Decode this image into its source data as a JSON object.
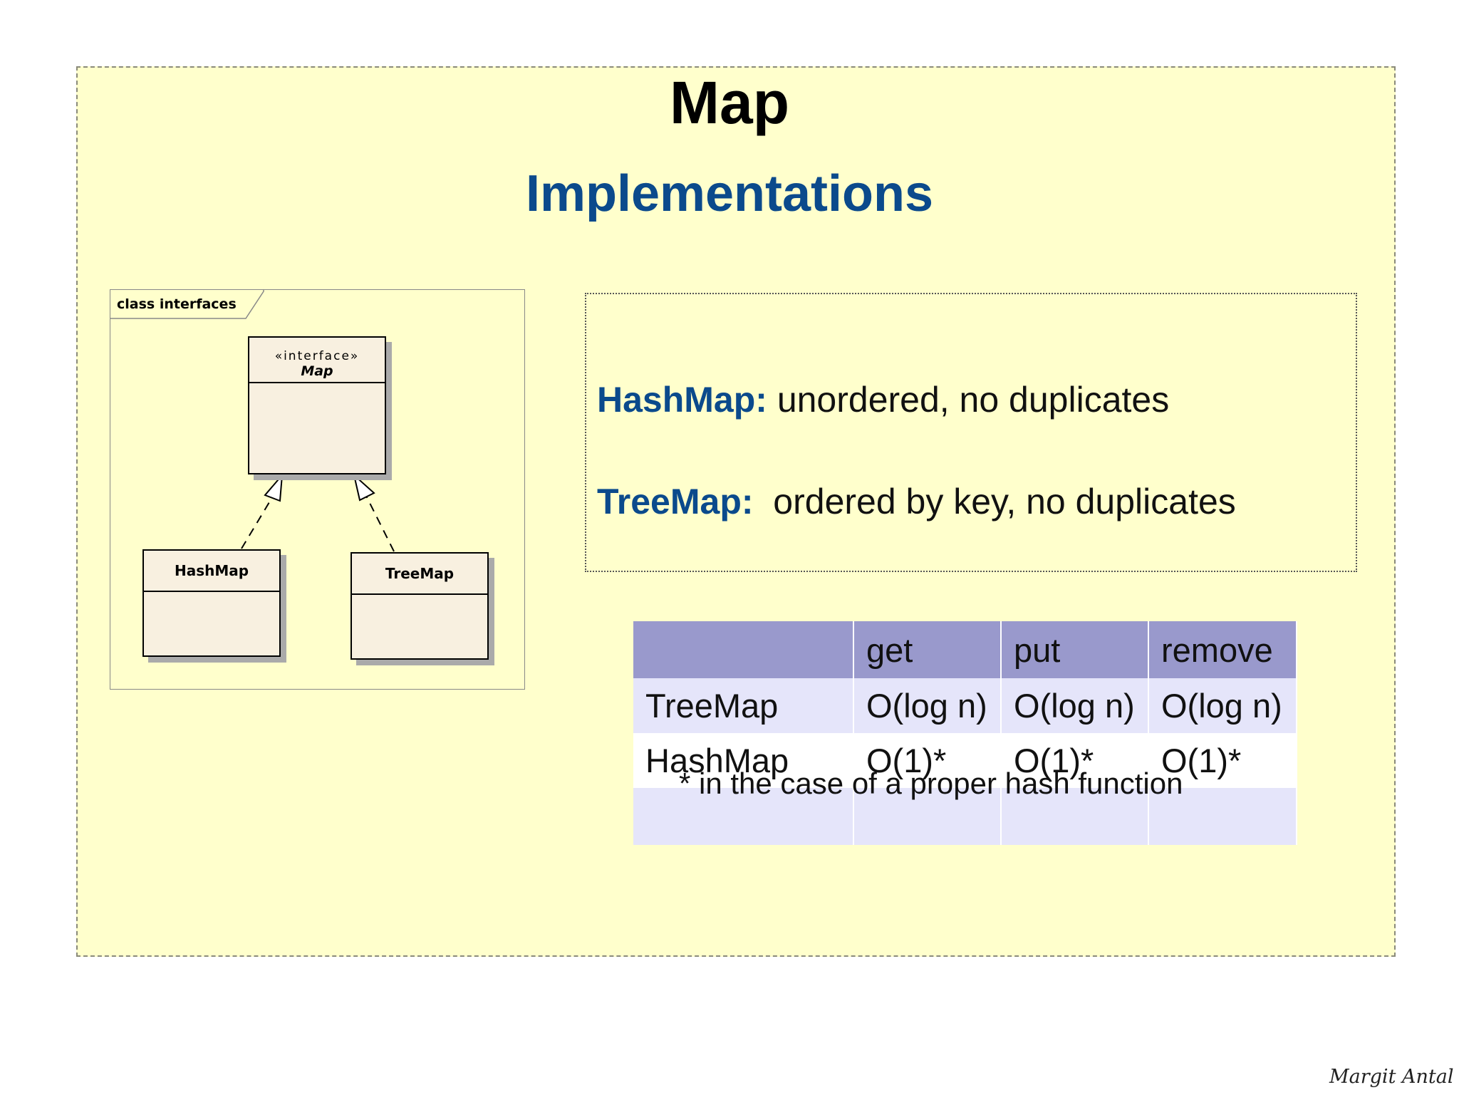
{
  "title": "Map",
  "subtitle": "Implementations",
  "uml": {
    "frame_label": "class interfaces",
    "interface": {
      "stereotype": "«interface»",
      "name": "Map"
    },
    "implementations": [
      "HashMap",
      "TreeMap"
    ]
  },
  "descriptions": [
    {
      "name": "HashMap",
      "separator": ":",
      "text": " unordered, no duplicates"
    },
    {
      "name": "TreeMap",
      "separator": ":",
      "text": "  ordered by key, no duplicates"
    }
  ],
  "table": {
    "headers": [
      "",
      "get",
      "put",
      "remove"
    ],
    "rows": [
      [
        "TreeMap",
        "O(log n)",
        "O(log n)",
        "O(log n)"
      ],
      [
        "HashMap",
        "O(1)*",
        "O(1)*",
        "O(1)*"
      ]
    ],
    "footnote": "* in the case of a proper hash function"
  },
  "author": "Margit Antal",
  "colors": {
    "slide_background": "#ffffcc",
    "title_blue": "#0b4a8c",
    "table_header": "#9999cc",
    "table_row_alt": "#e5e5fa",
    "uml_class_fill": "#f8f0e0"
  }
}
